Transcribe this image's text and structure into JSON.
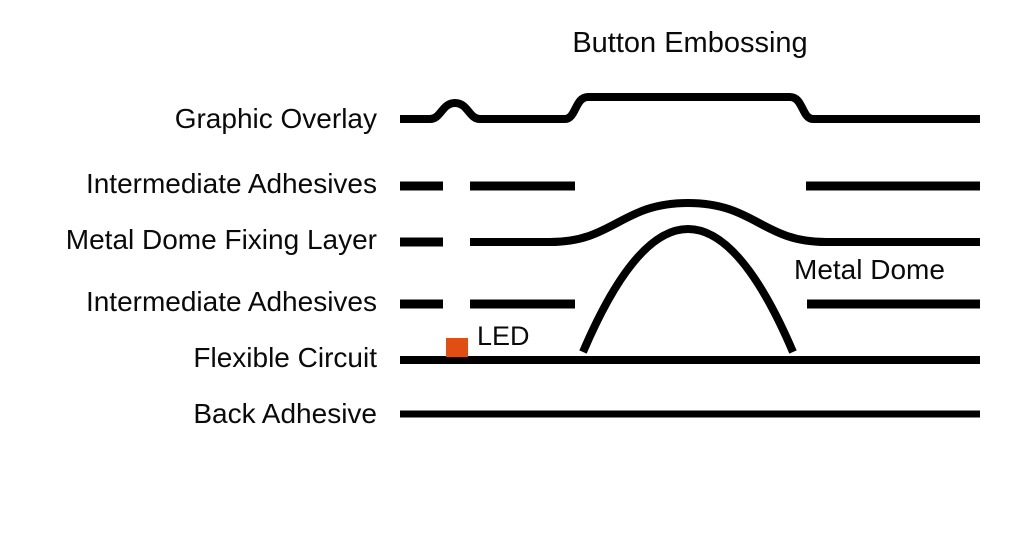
{
  "title": "Button Embossing",
  "layers": [
    {
      "id": "graphic-overlay",
      "label": "Graphic Overlay"
    },
    {
      "id": "intermediate-adhesives-top",
      "label": "Intermediate Adhesives"
    },
    {
      "id": "metal-dome-fixing-layer",
      "label": "Metal Dome Fixing Layer"
    },
    {
      "id": "intermediate-adhesives-bottom",
      "label": "Intermediate Adhesives"
    },
    {
      "id": "flexible-circuit",
      "label": "Flexible Circuit"
    },
    {
      "id": "back-adhesive",
      "label": "Back Adhesive"
    }
  ],
  "annotations": {
    "metal_dome": "Metal Dome",
    "led": "LED"
  },
  "colors": {
    "line": "#000000",
    "led": "#e04e12",
    "background": "#ffffff",
    "text": "#0a0a0a"
  }
}
